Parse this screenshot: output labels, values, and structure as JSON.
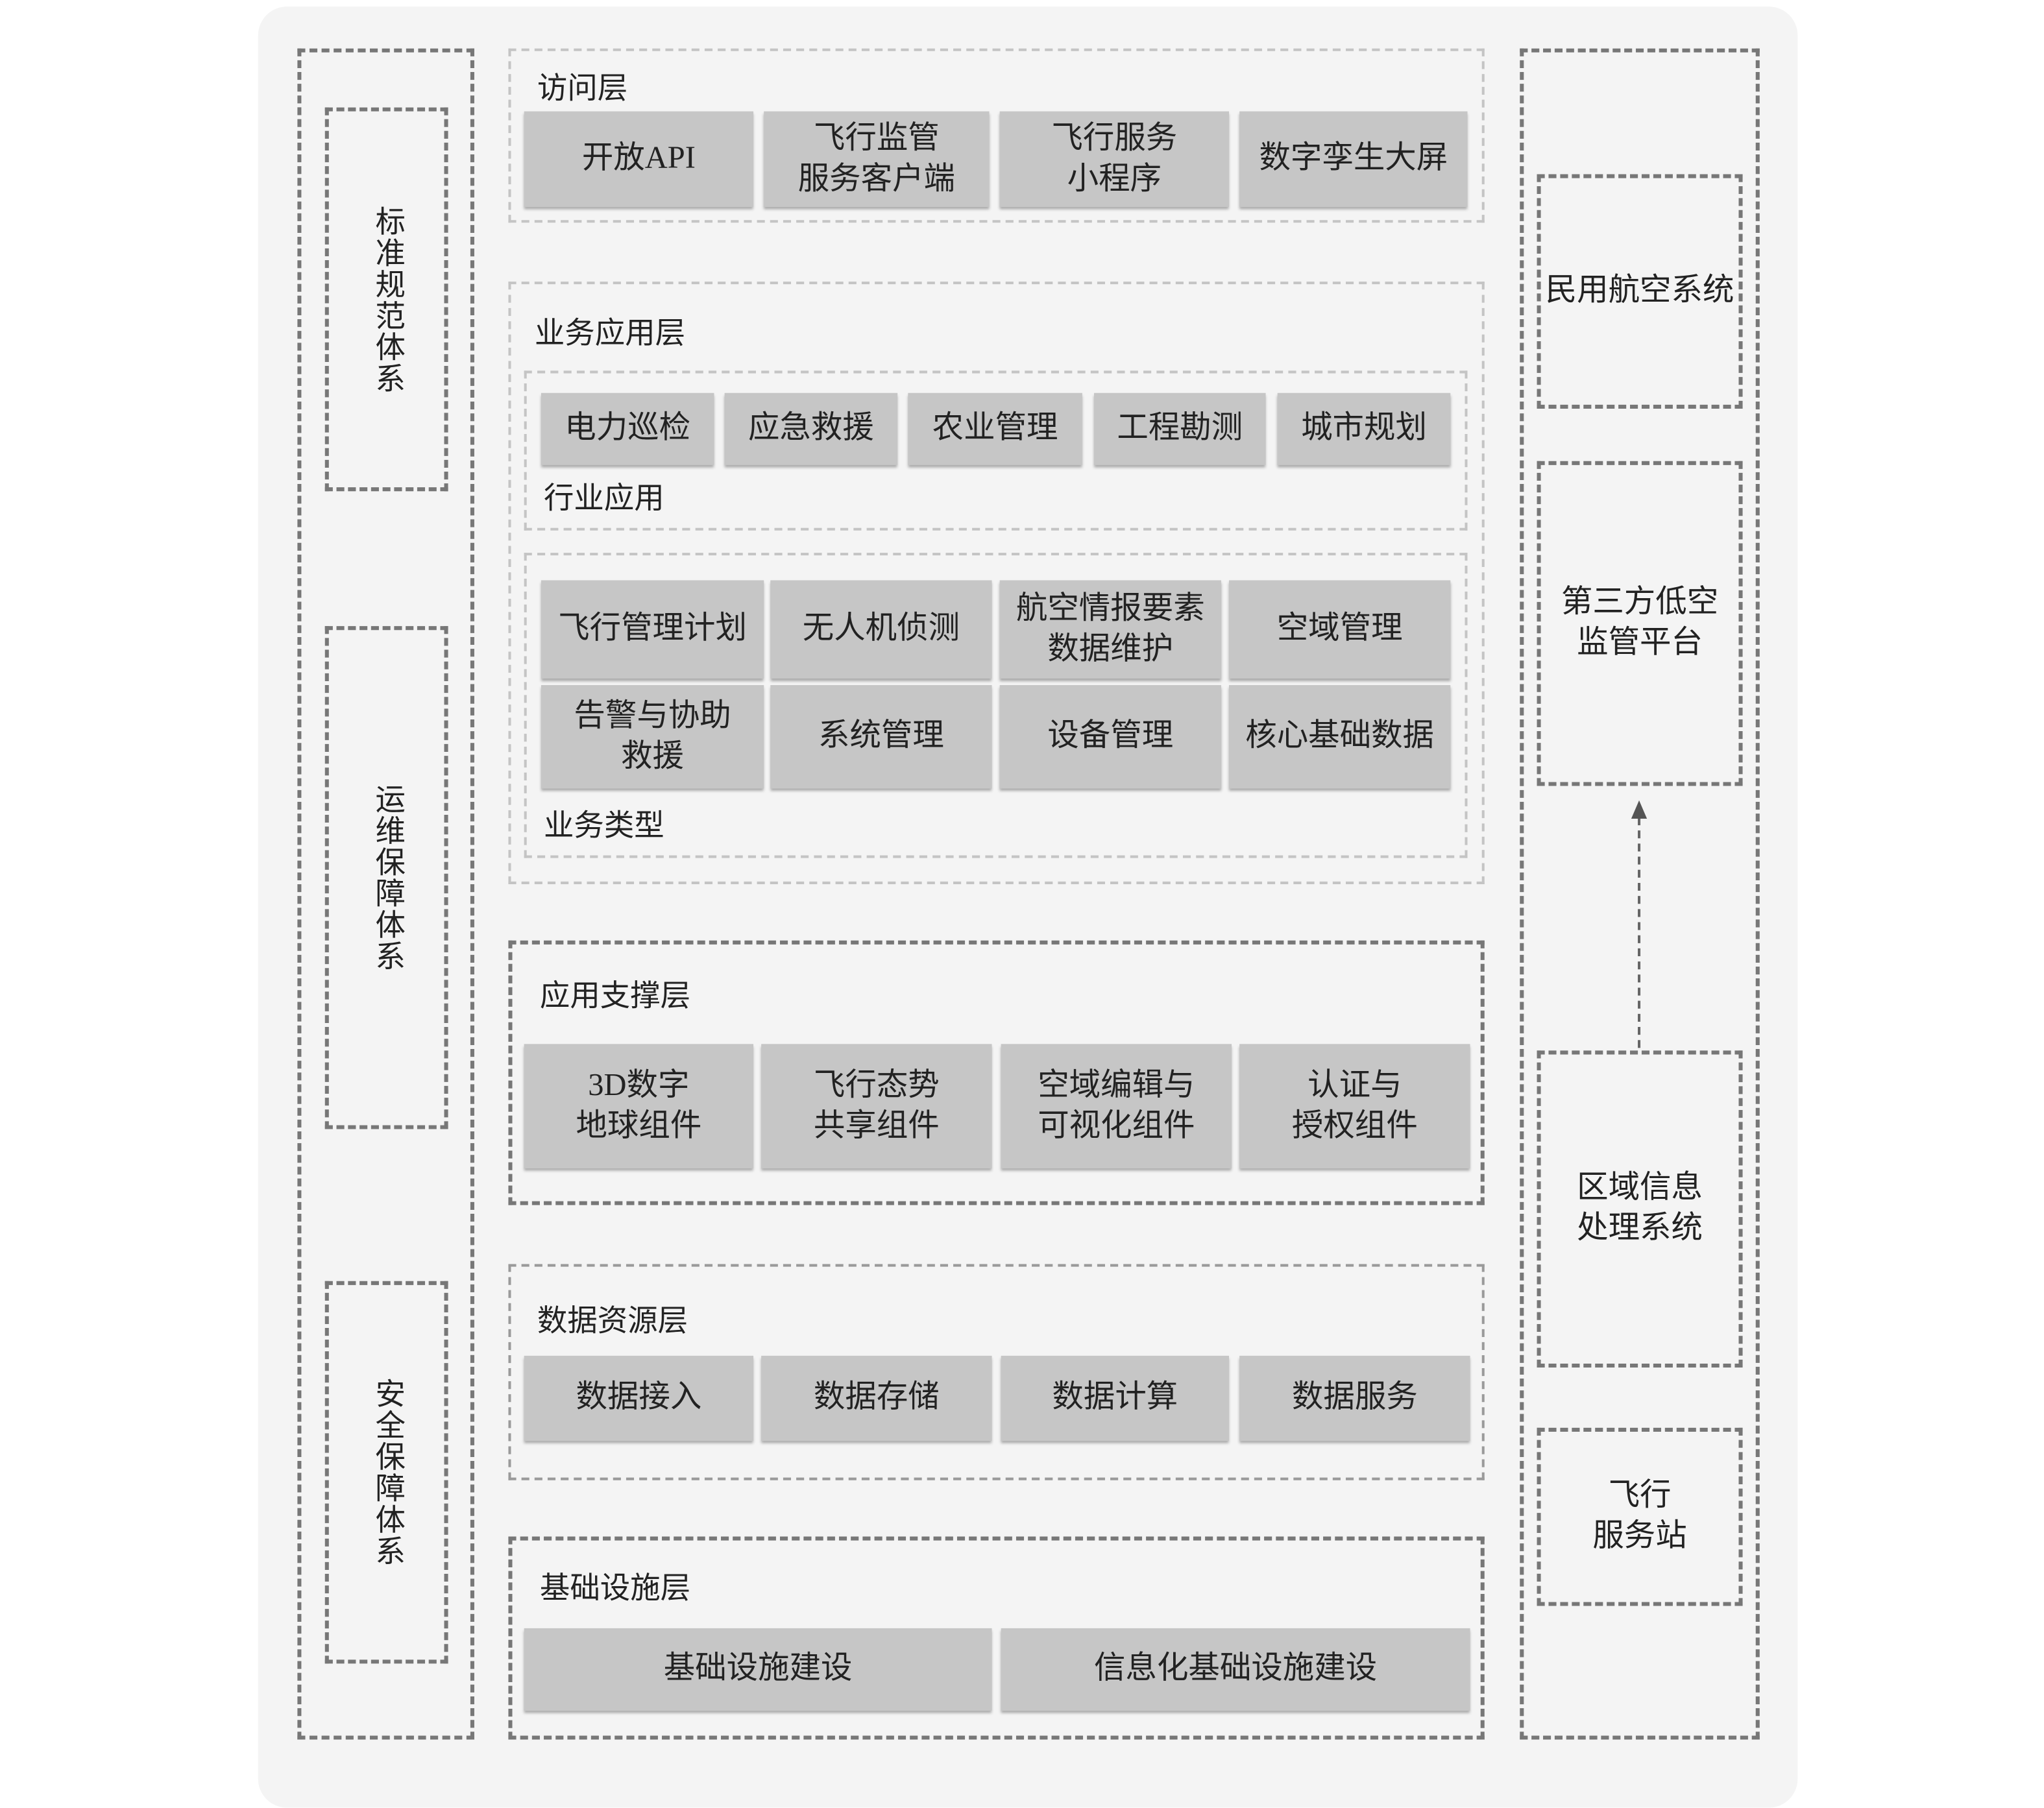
{
  "left_column": {
    "items": [
      "标准规范体系",
      "运维保障体系",
      "安全保障体系"
    ]
  },
  "right_column": {
    "items": [
      "民用航空系统",
      "第三方低空\n监管平台",
      "区域信息\n处理系统",
      "飞行\n服务站"
    ]
  },
  "layers": {
    "access": {
      "title": "访问层",
      "items": [
        "开放API",
        "飞行监管\n服务客户端",
        "飞行服务\n小程序",
        "数字孪生大屏"
      ]
    },
    "business": {
      "title": "业务应用层",
      "industry": {
        "label": "行业应用",
        "items": [
          "电力巡检",
          "应急救援",
          "农业管理",
          "工程勘测",
          "城市规划"
        ]
      },
      "types": {
        "label": "业务类型",
        "items": [
          "飞行管理计划",
          "无人机侦测",
          "航空情报要素\n数据维护",
          "空域管理",
          "告警与协助\n救援",
          "系统管理",
          "设备管理",
          "核心基础数据"
        ]
      }
    },
    "support": {
      "title": "应用支撑层",
      "items": [
        "3D数字\n地球组件",
        "飞行态势\n共享组件",
        "空域编辑与\n可视化组件",
        "认证与\n授权组件"
      ]
    },
    "data": {
      "title": "数据资源层",
      "items": [
        "数据接入",
        "数据存储",
        "数据计算",
        "数据服务"
      ]
    },
    "infra": {
      "title": "基础设施层",
      "items": [
        "基础设施建设",
        "信息化基础设施建设"
      ]
    }
  }
}
